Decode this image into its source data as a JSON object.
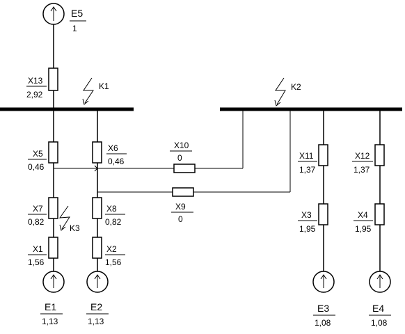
{
  "sources": {
    "e5": {
      "name": "E5",
      "value": "1"
    },
    "e1": {
      "name": "E1",
      "value": "1,13"
    },
    "e2": {
      "name": "E2",
      "value": "1,13"
    },
    "e3": {
      "name": "E3",
      "value": "1,08"
    },
    "e4": {
      "name": "E4",
      "value": "1,08"
    }
  },
  "resistors": {
    "x13": {
      "name": "X13",
      "value": "2,92"
    },
    "x5": {
      "name": "X5",
      "value": "0,46"
    },
    "x6": {
      "name": "X6",
      "value": "0,46"
    },
    "x7": {
      "name": "X7",
      "value": "0,82"
    },
    "x8": {
      "name": "X8",
      "value": "0,82"
    },
    "x1": {
      "name": "X1",
      "value": "1,56"
    },
    "x2": {
      "name": "X2",
      "value": "1,56"
    },
    "x10": {
      "name": "X10",
      "value": "0"
    },
    "x9": {
      "name": "X9",
      "value": "0"
    },
    "x11": {
      "name": "X11",
      "value": "1,37"
    },
    "x12": {
      "name": "X12",
      "value": "1,37"
    },
    "x3": {
      "name": "X3",
      "value": "1,95"
    },
    "x4": {
      "name": "X4",
      "value": "1,95"
    }
  },
  "faults": {
    "k1": "K1",
    "k2": "K2",
    "k3": "K3"
  }
}
